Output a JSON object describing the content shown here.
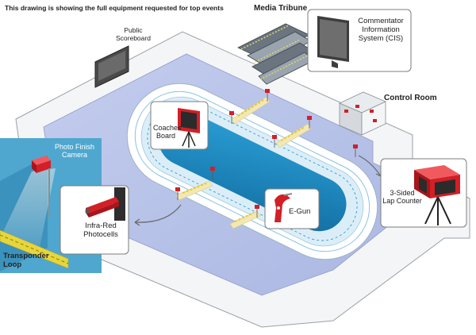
{
  "heading": "This drawing is showing the full equipment requested for top events",
  "labels": {
    "public_scoreboard": "Public\nScoreboard",
    "media_tribune": "Media Tribune",
    "cis": "Commentator\nInformation\nSystem (CIS)",
    "control_room": "Control Room",
    "coaches_board": "Coaches\nBoard",
    "photo_finish_camera": "Photo Finish\nCamera",
    "infra_red_photocells": "Infra-Red\nPhotocells",
    "transponder_loop": "Transponder\nLoop",
    "e_gun": "E-Gun",
    "lap_counter": "3-Sided\nLap Counter"
  },
  "colors": {
    "ice": "#1f90c8",
    "ice_dark": "#1676a8",
    "track_band": "#cfe3ef",
    "floor": "#b9c5e8",
    "equipment_red": "#d31f26",
    "photo_finish_panel": "#4da4cc",
    "transponder_yellow": "#e7d53c"
  }
}
